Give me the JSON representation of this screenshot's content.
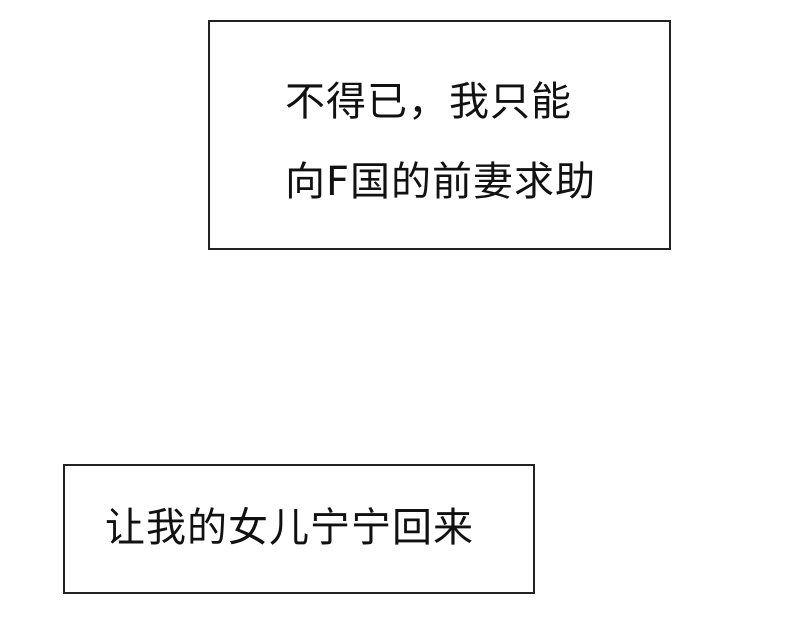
{
  "captions": [
    {
      "lines": [
        "不得已，我只能",
        "向F国的前妻求助"
      ]
    },
    {
      "lines": [
        "让我的女儿宁宁回来"
      ]
    }
  ]
}
